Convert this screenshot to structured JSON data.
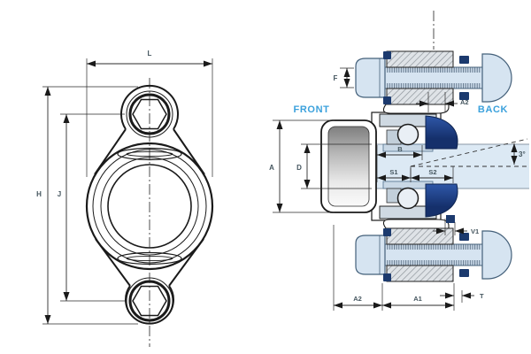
{
  "drawing": {
    "type": "bearing-flange-unit-technical-drawing",
    "colors": {
      "line": "#1a1a1a",
      "dimension_text": "#44555e",
      "view_label_blue": "#3ba1dc",
      "navy": "#1c3a6e",
      "light_blue": "#d6e4f1",
      "steel_gray": "#dfe3e7"
    },
    "front_view": {
      "dim_l": "L",
      "dim_h": "H",
      "dim_j": "J"
    },
    "side_view": {
      "front": "FRONT",
      "back": "BACK",
      "dim_f": "F",
      "dim_a2_top": "A2",
      "dim_a": "A",
      "dim_d": "D",
      "dim_b": "B",
      "dim_s1": "S1",
      "dim_s2": "S2",
      "dim_angle": "3°",
      "dim_v1": "V1",
      "dim_a2_bottom": "A2",
      "dim_a1": "A1",
      "dim_t": "T"
    }
  }
}
